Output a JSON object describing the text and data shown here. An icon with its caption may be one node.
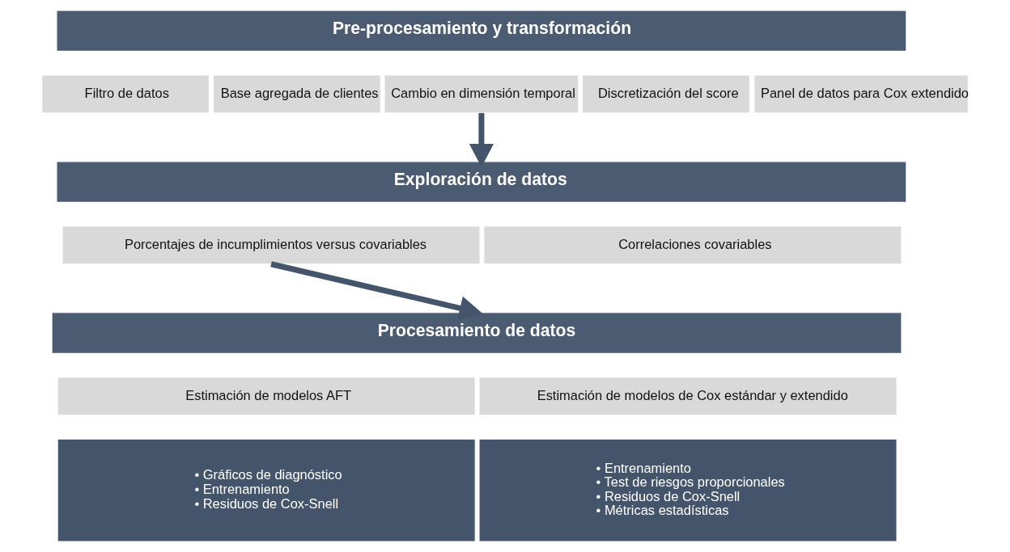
{
  "diagram": {
    "nodes": [
      {
        "text": [
          "Pre-procesamiento y transformación"
        ]
      },
      {
        "text": [
          "Filtro de datos"
        ]
      },
      {
        "text": [
          "Base agregada de clientes"
        ]
      },
      {
        "text": [
          "Cambio en dimensión temporal"
        ]
      },
      {
        "text": [
          "Discretización del score"
        ]
      },
      {
        "text": [
          "Panel de datos para Cox extendido"
        ]
      },
      {
        "text": [
          "Exploración de datos"
        ]
      },
      {
        "text": [
          "Porcentajes de incumplimientos versus covariables"
        ]
      },
      {
        "text": [
          "Correlaciones covariables"
        ]
      },
      {
        "text": [
          "Procesamiento de datos"
        ]
      },
      {
        "text": [
          "Estimación de modelos AFT"
        ]
      },
      {
        "text": [
          "Estimación de modelos de Cox estándar y extendido"
        ]
      },
      {
        "text": [
          "• Gráficos de diagnóstico",
          "• Entrenamiento",
          "• Residuos de Cox-Snell"
        ]
      },
      {
        "text": [
          "• Entrenamiento",
          "• Test de riesgos proporcionales",
          "• Residuos de Cox-Snell",
          "• Métricas estadísticas"
        ]
      }
    ],
    "edges": [
      {
        "from": 3,
        "to": 6,
        "arrow": "to"
      },
      {
        "from": 7,
        "to": 9,
        "arrow": "to"
      }
    ]
  }
}
